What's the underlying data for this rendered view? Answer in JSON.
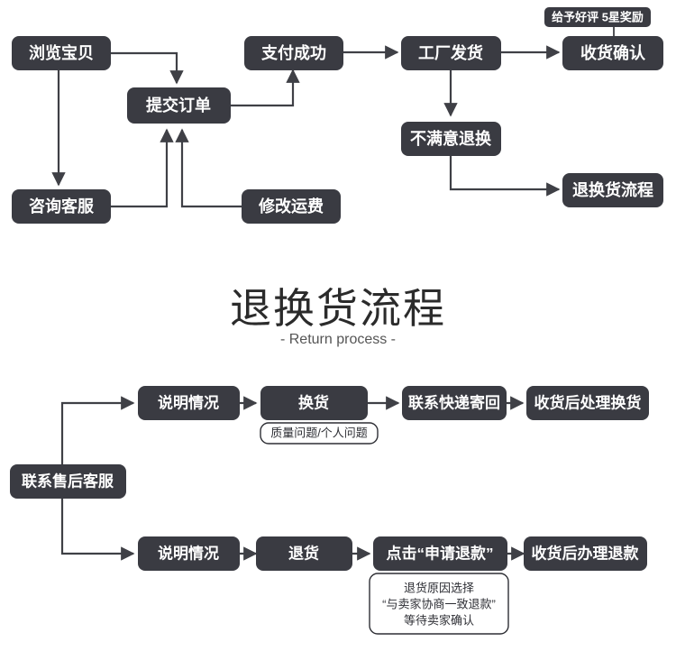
{
  "diagram": {
    "title": "退换货流程",
    "subtitle": "- Return process -"
  },
  "order_flow": {
    "nodes": {
      "browse": "浏览宝贝",
      "submit_order": "提交订单",
      "pay_success": "支付成功",
      "factory_ship": "工厂发货",
      "confirm_receipt": "收货确认",
      "consult_service": "咨询客服",
      "modify_shipping": "修改运费",
      "unsatisfied_return": "不满意退换",
      "return_process": "退换货流程"
    },
    "badge_reward": "给予好评 5星奖励"
  },
  "return_flow": {
    "start": "联系售后客服",
    "exchange_row": {
      "step1": "说明情况",
      "step2": "换货",
      "step3": "联系快递寄回",
      "step4": "收货后处理换货",
      "note": "质量问题/个人问题"
    },
    "refund_row": {
      "step1": "说明情况",
      "step2": "退货",
      "step3": "点击“申请退款”",
      "step4": "收货后办理退款",
      "note_line1": "退货原因选择",
      "note_line2": "“与卖家协商一致退款”",
      "note_line3": "等待卖家确认"
    }
  },
  "colors": {
    "node_fill": "#3a3b42",
    "node_text": "#ffffff",
    "connector": "#3f4046",
    "background": "#ffffff",
    "note_border": "#2e2f35"
  }
}
